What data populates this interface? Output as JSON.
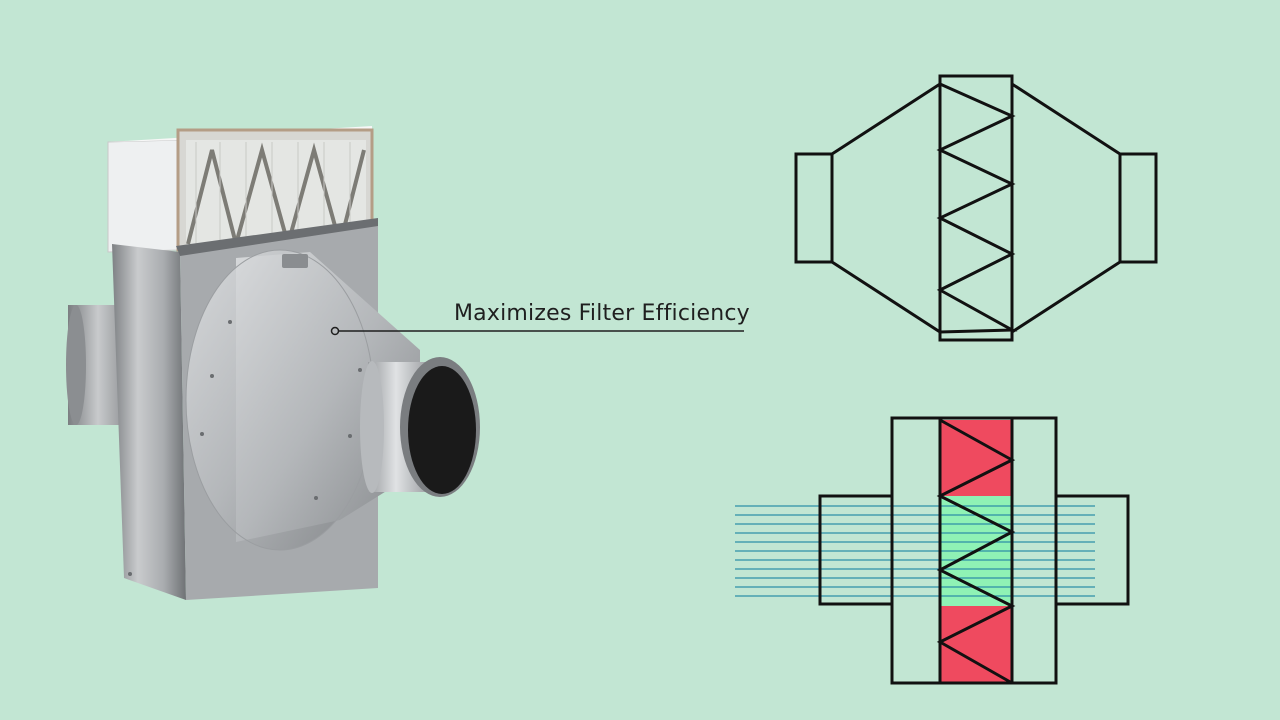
{
  "callout": {
    "label": "Maximizes Filter Efficiency"
  },
  "colors": {
    "background": "#c2e6d3",
    "outline": "#111111",
    "filter_blocked": "#ef4a5f",
    "filter_flow_zone": "#8ff2b5",
    "airflow_lines": "#2e90a8"
  },
  "illustrations": {
    "product_photo": "filter-box-with-cone-collar",
    "top_diagram": "tapered-cone-filter-section",
    "bottom_diagram": "straight-collar-filter-section"
  }
}
